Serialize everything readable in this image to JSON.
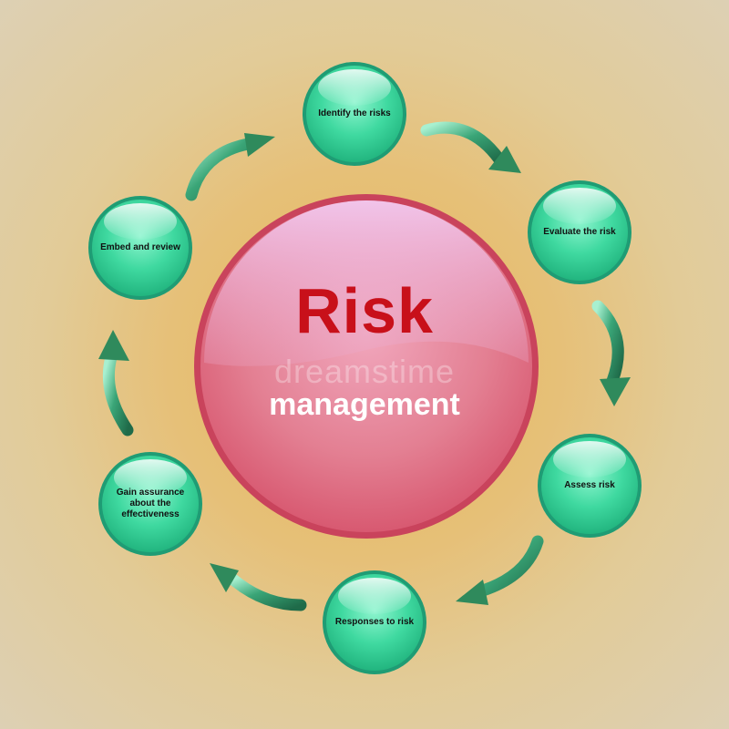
{
  "center": {
    "title": "Risk",
    "subtitle": "management",
    "watermark": "dreamstime"
  },
  "steps": [
    {
      "label": "Identify the risks"
    },
    {
      "label": "Evaluate the risk"
    },
    {
      "label": "Assess risk"
    },
    {
      "label": "Responses to risk"
    },
    {
      "label": "Gain assurance about the effectiveness"
    },
    {
      "label": "Embed and review"
    }
  ],
  "colors": {
    "node_fill": "#3fd9a0",
    "node_border": "#1f9c74",
    "center_fill": "#e37f92",
    "center_border": "#c9435c",
    "title_color": "#c8101a",
    "arrow": "#2f8a5c"
  }
}
